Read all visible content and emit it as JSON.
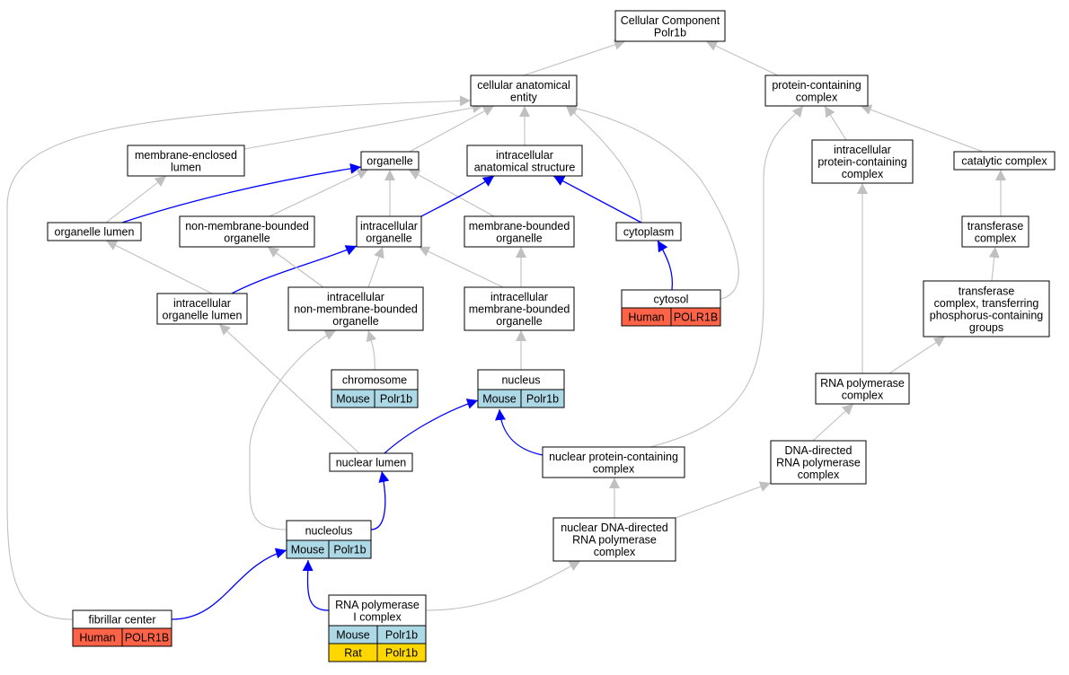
{
  "colors": {
    "gray_edge": "#c0c0c0",
    "blue_edge": "#0000ff",
    "node_fill": "#ffffff",
    "node_border": "#000000",
    "Human": "#ff6347",
    "Mouse": "#add8e6",
    "Rat": "#ffd700"
  },
  "nodes": [
    {
      "id": "root",
      "lines": [
        "Cellular Component",
        "Polr1b"
      ]
    },
    {
      "id": "cae",
      "lines": [
        "cellular anatomical",
        "entity"
      ]
    },
    {
      "id": "pcc",
      "lines": [
        "protein-containing",
        "complex"
      ]
    },
    {
      "id": "mel",
      "lines": [
        "membrane-enclosed",
        "lumen"
      ]
    },
    {
      "id": "org",
      "lines": [
        "organelle"
      ]
    },
    {
      "id": "ias",
      "lines": [
        "intracellular",
        "anatomical structure"
      ]
    },
    {
      "id": "ipcc",
      "lines": [
        "intracellular",
        "protein-containing",
        "complex"
      ]
    },
    {
      "id": "cat",
      "lines": [
        "catalytic complex"
      ]
    },
    {
      "id": "olum",
      "lines": [
        "organelle lumen"
      ]
    },
    {
      "id": "nmbo",
      "lines": [
        "non-membrane-bounded",
        "organelle"
      ]
    },
    {
      "id": "io",
      "lines": [
        "intracellular",
        "organelle"
      ]
    },
    {
      "id": "mbo",
      "lines": [
        "membrane-bounded",
        "organelle"
      ]
    },
    {
      "id": "cyto",
      "lines": [
        "cytoplasm"
      ]
    },
    {
      "id": "trans",
      "lines": [
        "transferase",
        "complex"
      ]
    },
    {
      "id": "iol",
      "lines": [
        "intracellular",
        "organelle lumen"
      ]
    },
    {
      "id": "inmbo",
      "lines": [
        "intracellular",
        "non-membrane-bounded",
        "organelle"
      ]
    },
    {
      "id": "imbo",
      "lines": [
        "intracellular",
        "membrane-bounded",
        "organelle"
      ]
    },
    {
      "id": "cytosol",
      "lines": [
        "cytosol"
      ],
      "rows": [
        [
          "Human",
          "POLR1B"
        ]
      ]
    },
    {
      "id": "tcp",
      "lines": [
        "transferase",
        "complex, transferring",
        "phosphorus-containing",
        "groups"
      ]
    },
    {
      "id": "chrom",
      "lines": [
        "chromosome"
      ],
      "rows": [
        [
          "Mouse",
          "Polr1b"
        ]
      ]
    },
    {
      "id": "nuc",
      "lines": [
        "nucleus"
      ],
      "rows": [
        [
          "Mouse",
          "Polr1b"
        ]
      ]
    },
    {
      "id": "rnap",
      "lines": [
        "RNA polymerase",
        "complex"
      ]
    },
    {
      "id": "nlum",
      "lines": [
        "nuclear lumen"
      ]
    },
    {
      "id": "npcc",
      "lines": [
        "nuclear protein-containing",
        "complex"
      ]
    },
    {
      "id": "ddrp",
      "lines": [
        "DNA-directed",
        "RNA polymerase",
        "complex"
      ]
    },
    {
      "id": "ndrp",
      "lines": [
        "nuclear DNA-directed",
        "RNA polymerase",
        "complex"
      ]
    },
    {
      "id": "nucleolus",
      "lines": [
        "nucleolus"
      ],
      "rows": [
        [
          "Mouse",
          "Polr1b"
        ]
      ]
    },
    {
      "id": "fc",
      "lines": [
        "fibrillar center"
      ],
      "rows": [
        [
          "Human",
          "POLR1B"
        ]
      ]
    },
    {
      "id": "rnap1",
      "lines": [
        "RNA polymerase",
        "I complex"
      ],
      "rows": [
        [
          "Mouse",
          "Polr1b"
        ],
        [
          "Rat",
          "Polr1b"
        ]
      ]
    }
  ],
  "edges": [
    {
      "from": "cae",
      "to": "root",
      "color": "gray"
    },
    {
      "from": "pcc",
      "to": "root",
      "color": "gray"
    },
    {
      "from": "mel",
      "to": "cae",
      "color": "gray"
    },
    {
      "from": "org",
      "to": "cae",
      "color": "gray"
    },
    {
      "from": "ias",
      "to": "cae",
      "color": "gray"
    },
    {
      "from": "cyto",
      "to": "cae",
      "color": "gray"
    },
    {
      "from": "cytosol",
      "to": "cae",
      "color": "gray"
    },
    {
      "from": "fc",
      "to": "cae",
      "color": "gray"
    },
    {
      "from": "ipcc",
      "to": "pcc",
      "color": "gray"
    },
    {
      "from": "cat",
      "to": "pcc",
      "color": "gray"
    },
    {
      "from": "npcc",
      "to": "pcc",
      "color": "gray"
    },
    {
      "from": "olum",
      "to": "mel",
      "color": "gray"
    },
    {
      "from": "olum",
      "to": "org",
      "color": "blue"
    },
    {
      "from": "nmbo",
      "to": "org",
      "color": "gray"
    },
    {
      "from": "io",
      "to": "org",
      "color": "gray"
    },
    {
      "from": "mbo",
      "to": "org",
      "color": "gray"
    },
    {
      "from": "io",
      "to": "ias",
      "color": "blue"
    },
    {
      "from": "cyto",
      "to": "ias",
      "color": "blue"
    },
    {
      "from": "trans",
      "to": "cat",
      "color": "gray"
    },
    {
      "from": "iol",
      "to": "olum",
      "color": "gray"
    },
    {
      "from": "iol",
      "to": "io",
      "color": "blue"
    },
    {
      "from": "inmbo",
      "to": "nmbo",
      "color": "gray"
    },
    {
      "from": "inmbo",
      "to": "io",
      "color": "gray"
    },
    {
      "from": "imbo",
      "to": "io",
      "color": "gray"
    },
    {
      "from": "imbo",
      "to": "mbo",
      "color": "gray"
    },
    {
      "from": "cytosol",
      "to": "cyto",
      "color": "blue"
    },
    {
      "from": "tcp",
      "to": "trans",
      "color": "gray"
    },
    {
      "from": "rnap",
      "to": "ipcc",
      "color": "gray"
    },
    {
      "from": "rnap",
      "to": "tcp",
      "color": "gray"
    },
    {
      "from": "chrom",
      "to": "inmbo",
      "color": "gray"
    },
    {
      "from": "nuc",
      "to": "imbo",
      "color": "gray"
    },
    {
      "from": "nlum",
      "to": "iol",
      "color": "gray"
    },
    {
      "from": "nlum",
      "to": "nuc",
      "color": "blue"
    },
    {
      "from": "npcc",
      "to": "nuc",
      "color": "blue"
    },
    {
      "from": "ddrp",
      "to": "rnap",
      "color": "gray"
    },
    {
      "from": "ndrp",
      "to": "npcc",
      "color": "gray"
    },
    {
      "from": "ndrp",
      "to": "ddrp",
      "color": "gray"
    },
    {
      "from": "nucleolus",
      "to": "nlum",
      "color": "blue"
    },
    {
      "from": "nucleolus",
      "to": "inmbo",
      "color": "gray"
    },
    {
      "from": "fc",
      "to": "nucleolus",
      "color": "blue"
    },
    {
      "from": "rnap1",
      "to": "nucleolus",
      "color": "blue"
    },
    {
      "from": "rnap1",
      "to": "ndrp",
      "color": "gray"
    }
  ]
}
